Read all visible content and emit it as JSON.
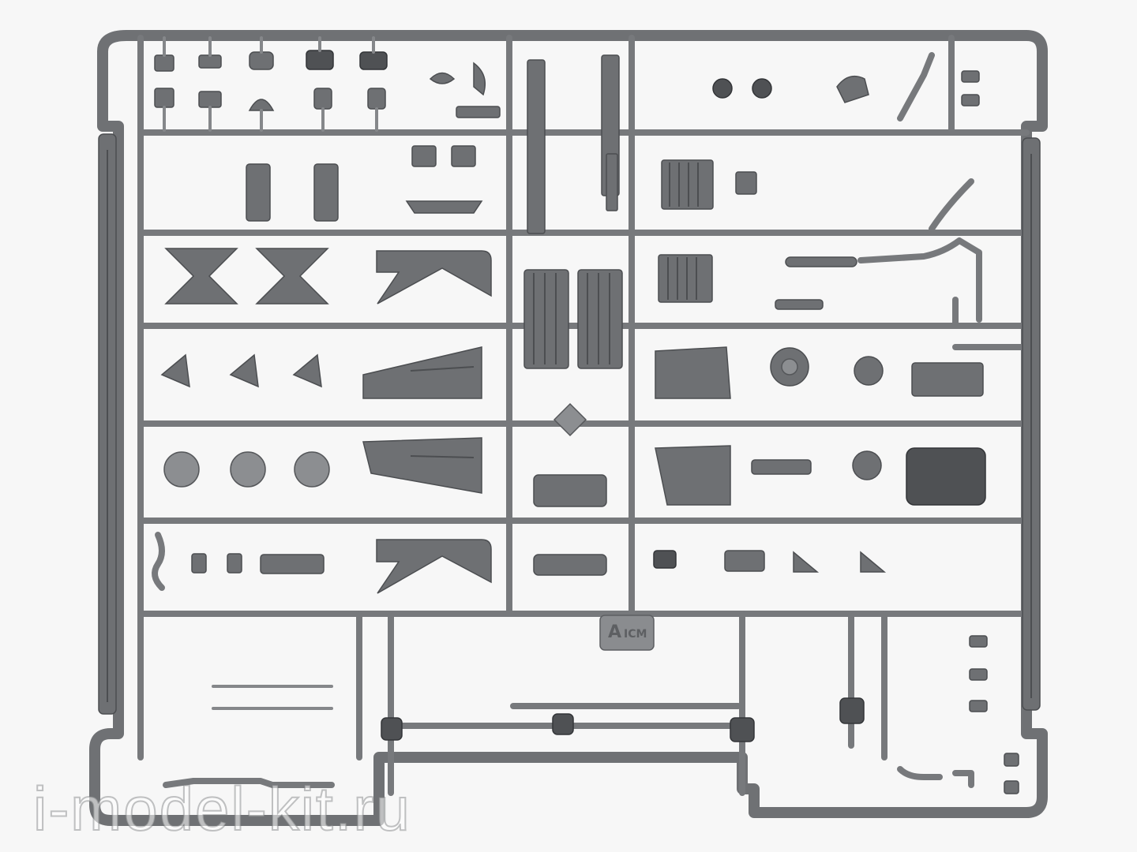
{
  "photo": {
    "subject": "plastic model kit sprue",
    "sprue_letter": "A",
    "brand_mark": "ICM",
    "watermark_text": "i-model-kit.ru",
    "colors": {
      "background": "#f7f7f7",
      "plastic": "#6e7073",
      "runner": "#77797c"
    }
  }
}
